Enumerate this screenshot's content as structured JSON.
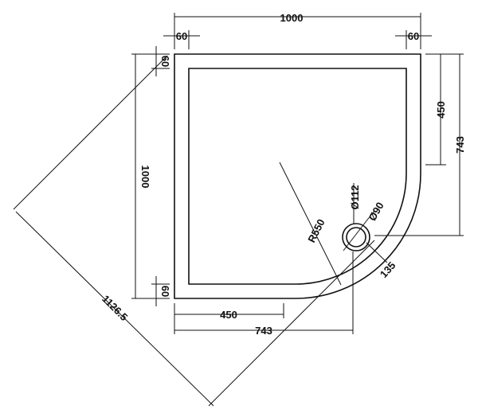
{
  "colors": {
    "line": "#111111",
    "background": "#ffffff"
  },
  "dimensions": {
    "top_width": "1000",
    "top_left_inset": "60",
    "top_right_inset": "60",
    "left_height": "1000",
    "left_top_inset": "60",
    "left_bottom_inset": "60",
    "right_straight": "450",
    "right_total": "743",
    "bottom_straight": "450",
    "bottom_total": "743",
    "radius": "R550",
    "diagonal": "1126.5",
    "waste_outer_dia": "Ø112",
    "waste_inner_dia": "Ø90",
    "waste_offset": "135"
  }
}
